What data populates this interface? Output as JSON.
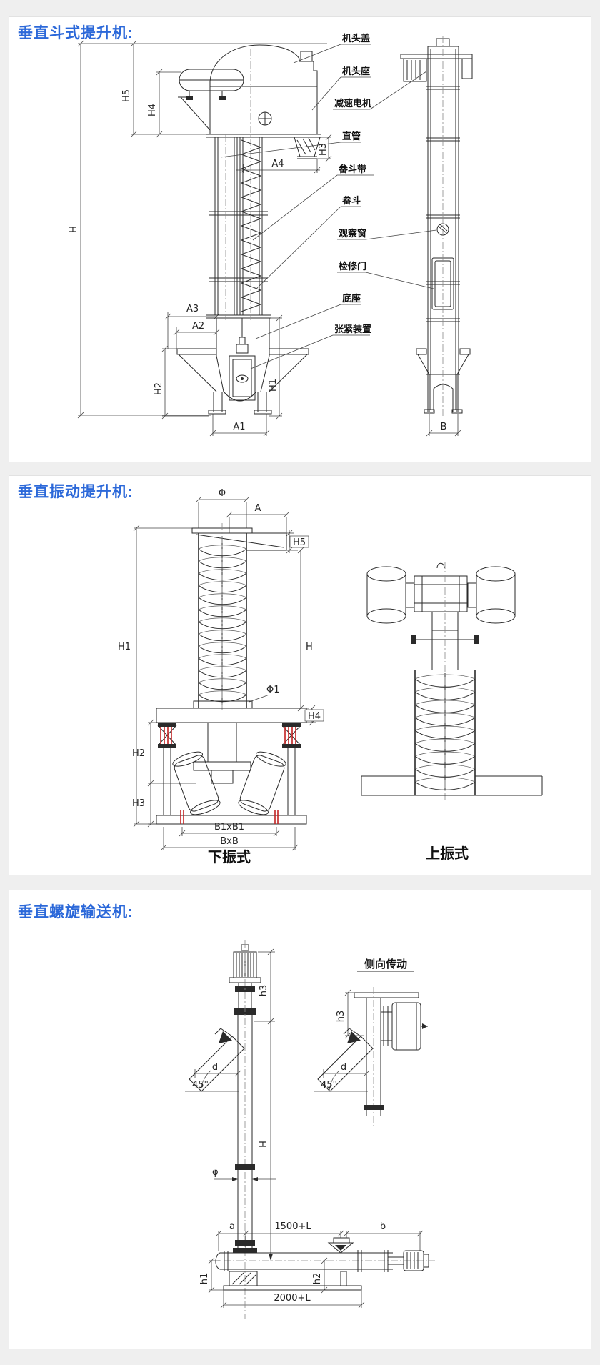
{
  "page": {
    "bg": "#efefef",
    "card_bg": "#ffffff",
    "card_border": "#e2e2e2",
    "accent": "#2b68d9",
    "ink": "#2a2a2a",
    "red": "#c22222"
  },
  "s1": {
    "title": "垂直斗式提升机:",
    "parts": {
      "head_cover": "机头盖",
      "head_seat": "机头座",
      "gear_motor": "减速电机",
      "straight_pipe": "直管",
      "bucket_belt": "畚斗带",
      "bucket": "畚斗",
      "window": "观察窗",
      "access_door": "检修门",
      "base": "底座",
      "tensioner": "张紧装置"
    },
    "dims": {
      "H5": "H5",
      "H4": "H4",
      "H3": "H3",
      "A4": "A4",
      "H": "H",
      "A3": "A3",
      "A2": "A2",
      "H2": "H2",
      "H1": "H1",
      "A1": "A1",
      "B": "B"
    }
  },
  "s2": {
    "title": "垂直振动提升机:",
    "dims": {
      "phi": "Φ",
      "A": "A",
      "H5": "H5",
      "H1": "H1",
      "H": "H",
      "phi1": "Φ1",
      "H4": "H4",
      "H2": "H2",
      "H3": "H3",
      "B1xB1": "B1xB1",
      "BxB": "BxB"
    },
    "captions": {
      "down": "下振式",
      "up": "上振式"
    }
  },
  "s3": {
    "title": "垂直螺旋输送机:",
    "labels": {
      "side_drive": "侧向传动"
    },
    "dims": {
      "h3": "h3",
      "H": "H",
      "phi": "φ",
      "a": "a",
      "l1500": "1500+L",
      "b": "b",
      "h1": "h1",
      "h2": "h2",
      "l2000": "2000+L",
      "d": "d",
      "a45": "45°"
    }
  }
}
